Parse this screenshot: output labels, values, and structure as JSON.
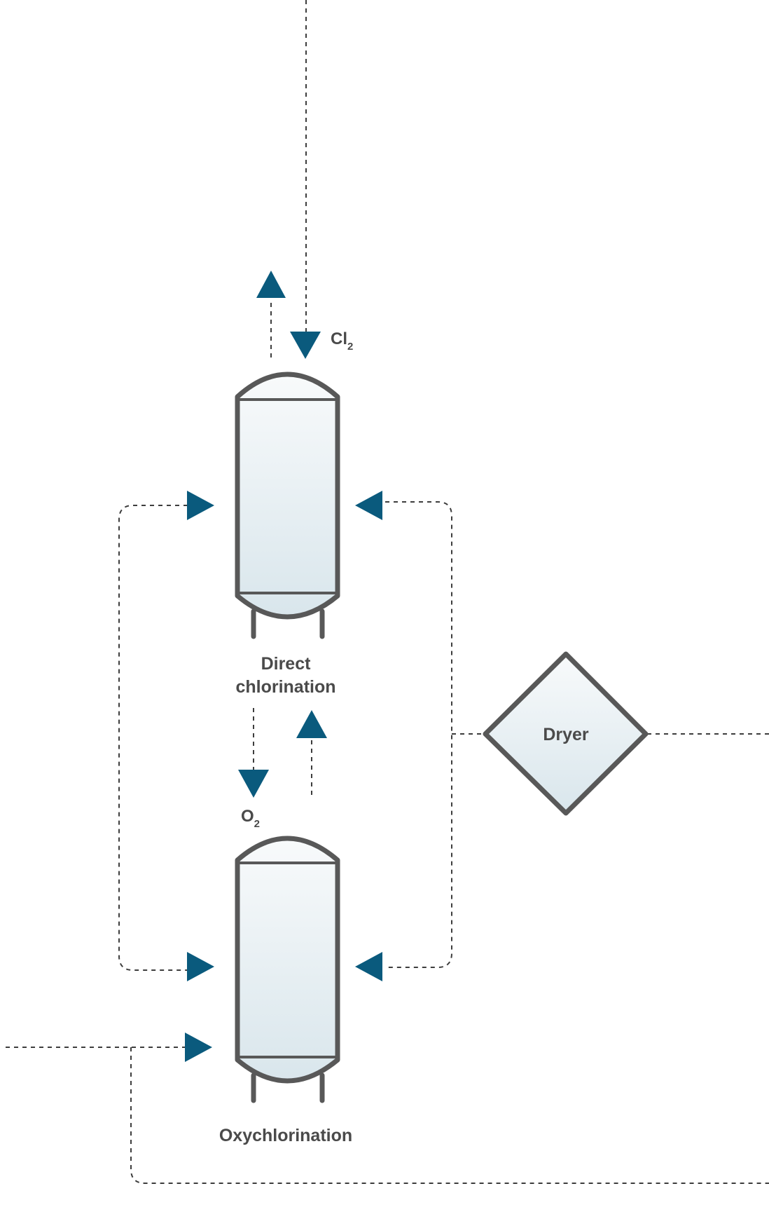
{
  "diagram": {
    "units": {
      "direct": {
        "label_line1": "Direct",
        "label_line2": "chlorination"
      },
      "oxy": {
        "label": "Oxychlorination"
      },
      "dryer": {
        "label": "Dryer"
      }
    },
    "streams": {
      "cl2": {
        "symbol": "Cl",
        "subscript": "2"
      },
      "o2": {
        "symbol": "O",
        "subscript": "2"
      }
    },
    "colors": {
      "arrow": "#0a5a7d",
      "outline": "#585858",
      "fill_top": "#f8fafb",
      "fill_bottom": "#d9e6ec",
      "text": "#4a4a4a"
    }
  }
}
